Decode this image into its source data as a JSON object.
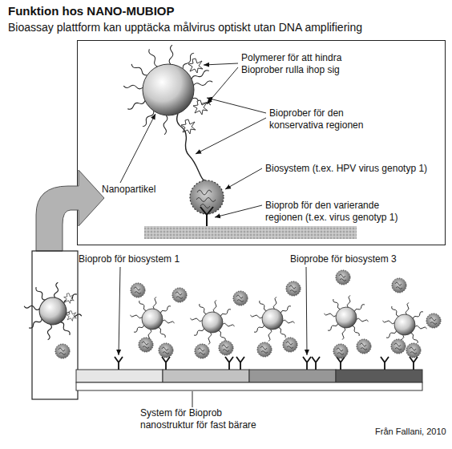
{
  "diagram": {
    "title": "Funktion hos NANO-MUBIOP",
    "nodes": [
      {
        "text": [
          "Polymerer för att hindra Bioprober rulla ihop sig",
          "Bioprober för den konservativa regionen",
          "Biosystem (t.ex. HPV virus genotyp 1)",
          "Bioprob för den varierande regionen (t.ex. virus genotyp 1)",
          "Nanopartikel"
        ]
      }
    ],
    "labels": [
      "Bioassay plattform kan upptäcka målvirus optiskt utan DNA amplifiering",
      "Bioprob för biosystem 1",
      "Bioprobe för biosystem 3",
      "System för Bioprob nanostruktur för fast bärare",
      "Från Fallani, 2010"
    ]
  }
}
